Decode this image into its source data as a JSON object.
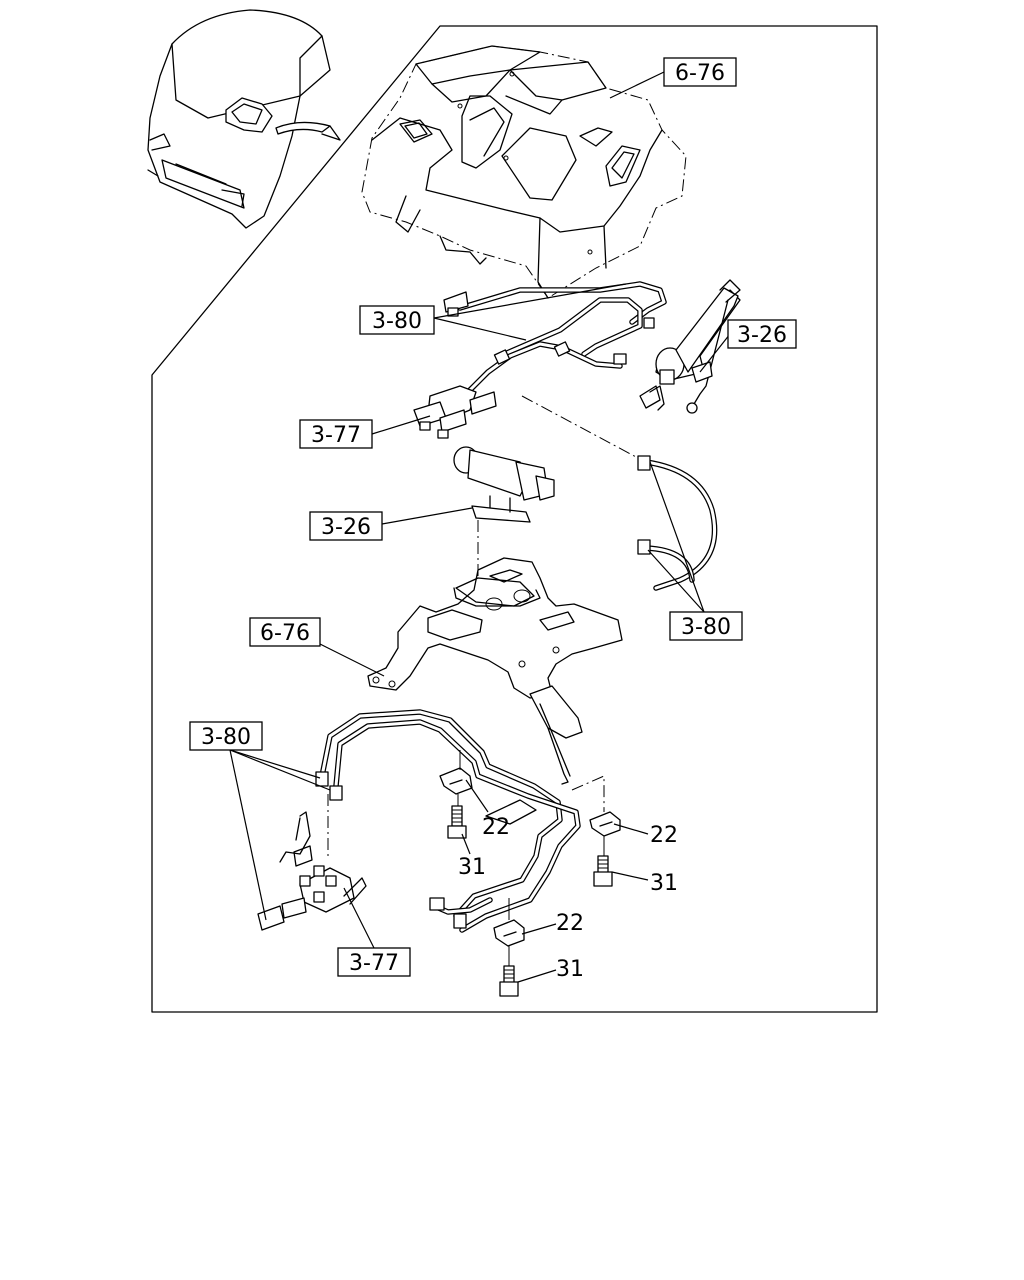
{
  "callouts": {
    "cover_top": "6-76",
    "pipe_upper": "3-80",
    "cylinder_right": "3-26",
    "valve_upper": "3-77",
    "cylinder_mid": "3-26",
    "bracket": "6-76",
    "hose_right": "3-80",
    "pipe_lower": "3-80",
    "valve_lower": "3-77"
  },
  "part_numbers": {
    "clip_a": "22",
    "bolt_a": "31",
    "clip_b": "22",
    "bolt_b": "31",
    "clip_c": "22",
    "bolt_c": "31"
  }
}
